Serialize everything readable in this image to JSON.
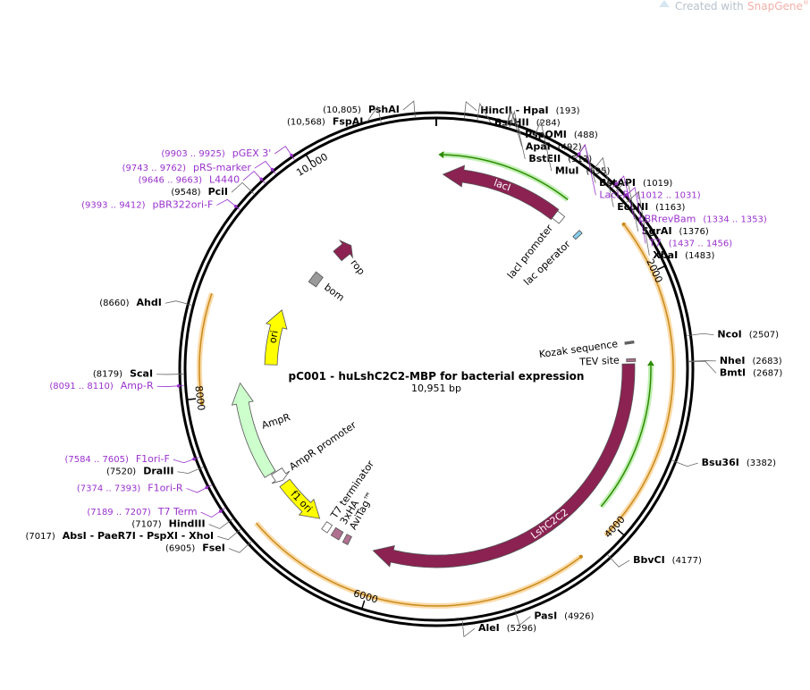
{
  "watermark": {
    "text": "Created with",
    "brand": "SnapGene",
    "mark": "®"
  },
  "plasmid": {
    "name": "pC001 - huLshC2C2-MBP for bacterial expression",
    "size": "10,951 bp",
    "length": 10951
  },
  "colors": {
    "site": "#000000",
    "primer": "#9a32cd",
    "maroon": "#8b2252",
    "ori": "#ffff00",
    "ampr": "#ccffcc",
    "orange_glow": "#f5b041",
    "green_glow": "#3cb000",
    "gray": "#9a9a9a"
  },
  "ticks": [
    {
      "label": "2000",
      "bp": 2000
    },
    {
      "label": "4000",
      "bp": 4000
    },
    {
      "label": "6000",
      "bp": 6000
    },
    {
      "label": "8000",
      "bp": 8000
    },
    {
      "label": "10,000",
      "bp": 10000
    }
  ],
  "sites": [
    {
      "name": "PshAI",
      "pos": "(10,805)",
      "bp": 10805,
      "kind": "enzyme"
    },
    {
      "name": "FspAI",
      "pos": "(10,568)",
      "bp": 10568,
      "kind": "enzyme"
    },
    {
      "name": "HincII - HpaI",
      "pos": "(193)",
      "bp": 193,
      "kind": "enzyme"
    },
    {
      "name": "BssHII",
      "pos": "(284)",
      "bp": 284,
      "kind": "enzyme"
    },
    {
      "name": "PspOMI",
      "pos": "(488)",
      "bp": 488,
      "kind": "enzyme"
    },
    {
      "name": "ApaI",
      "pos": "(492)",
      "bp": 492,
      "kind": "enzyme"
    },
    {
      "name": "BstEII",
      "pos": "(513)",
      "bp": 513,
      "kind": "enzyme"
    },
    {
      "name": "MluI",
      "pos": "(695)",
      "bp": 695,
      "kind": "enzyme"
    },
    {
      "name": "LacI-R",
      "pos": "(1012 .. 1031)",
      "bp": 1021,
      "kind": "primer"
    },
    {
      "name": "BstAPI",
      "pos": "(1019)",
      "bp": 1019,
      "kind": "enzyme"
    },
    {
      "name": "EcoNI",
      "pos": "(1163)",
      "bp": 1163,
      "kind": "enzyme"
    },
    {
      "name": "pBRrevBam",
      "pos": "(1334 .. 1353)",
      "bp": 1343,
      "kind": "primer"
    },
    {
      "name": "SgrAI",
      "pos": "(1376)",
      "bp": 1376,
      "kind": "enzyme"
    },
    {
      "name": "T7",
      "pos": "(1437 .. 1456)",
      "bp": 1446,
      "kind": "primer"
    },
    {
      "name": "XbaI",
      "pos": "(1483)",
      "bp": 1483,
      "kind": "enzyme"
    },
    {
      "name": "NcoI",
      "pos": "(2507)",
      "bp": 2507,
      "kind": "enzyme"
    },
    {
      "name": "NheI",
      "pos": "(2683)",
      "bp": 2683,
      "kind": "enzyme"
    },
    {
      "name": "BmtI",
      "pos": "(2687)",
      "bp": 2687,
      "kind": "enzyme"
    },
    {
      "name": "Bsu36I",
      "pos": "(3382)",
      "bp": 3382,
      "kind": "enzyme"
    },
    {
      "name": "BbvCI",
      "pos": "(4177)",
      "bp": 4177,
      "kind": "enzyme"
    },
    {
      "name": "PasI",
      "pos": "(4926)",
      "bp": 4926,
      "kind": "enzyme"
    },
    {
      "name": "AleI",
      "pos": "(5296)",
      "bp": 5296,
      "kind": "enzyme"
    },
    {
      "name": "FseI",
      "pos": "(6905)",
      "bp": 6905,
      "kind": "enzyme"
    },
    {
      "name": "AbsI - PaeR7I - PspXI - XhoI",
      "pos": "(7017)",
      "bp": 7017,
      "kind": "enzyme"
    },
    {
      "name": "HindIII",
      "pos": "(7107)",
      "bp": 7107,
      "kind": "enzyme"
    },
    {
      "name": "T7 Term",
      "pos": "(7189 .. 7207)",
      "bp": 7198,
      "kind": "primer"
    },
    {
      "name": "F1ori-R",
      "pos": "(7374 .. 7393)",
      "bp": 7383,
      "kind": "primer"
    },
    {
      "name": "DraIII",
      "pos": "(7520)",
      "bp": 7520,
      "kind": "enzyme"
    },
    {
      "name": "F1ori-F",
      "pos": "(7584 .. 7605)",
      "bp": 7594,
      "kind": "primer"
    },
    {
      "name": "Amp-R",
      "pos": "(8091 .. 8110)",
      "bp": 8100,
      "kind": "primer"
    },
    {
      "name": "ScaI",
      "pos": "(8179)",
      "bp": 8179,
      "kind": "enzyme"
    },
    {
      "name": "AhdI",
      "pos": "(8660)",
      "bp": 8660,
      "kind": "enzyme"
    },
    {
      "name": "pBR322ori-F",
      "pos": "(9393 .. 9412)",
      "bp": 9402,
      "kind": "primer"
    },
    {
      "name": "PciI",
      "pos": "(9548)",
      "bp": 9548,
      "kind": "enzyme"
    },
    {
      "name": "L4440",
      "pos": "(9646 .. 9663)",
      "bp": 9654,
      "kind": "primer"
    },
    {
      "name": "pRS-marker",
      "pos": "(9743 .. 9762)",
      "bp": 9752,
      "kind": "primer"
    },
    {
      "name": "pGEX 3'",
      "pos": "(9903 .. 9925)",
      "bp": 9914,
      "kind": "primer"
    }
  ],
  "features": [
    {
      "name": "lacI",
      "start": 60,
      "end": 1140,
      "dir": "ccw",
      "color": "#8b2252",
      "kind": "arrow",
      "label_inside": true
    },
    {
      "name": "lacI promoter",
      "start": 1140,
      "end": 1220,
      "dir": "ccw",
      "color": "#ffffff",
      "kind": "box"
    },
    {
      "name": "lac operator",
      "start": 1395,
      "end": 1430,
      "dir": "cw",
      "color": "#87ceeb",
      "kind": "box"
    },
    {
      "name": "Kozak sequence",
      "start": 2490,
      "end": 2510,
      "dir": "cw",
      "color": "#666666",
      "kind": "box"
    },
    {
      "name": "TEV site",
      "start": 2645,
      "end": 2670,
      "dir": "cw",
      "color": "#b07090",
      "kind": "box"
    },
    {
      "name": "LshC2C2",
      "start": 2690,
      "end": 6060,
      "dir": "cw",
      "color": "#8b2252",
      "kind": "arrow",
      "label_inside": true
    },
    {
      "name": "AviTag™",
      "start": 6290,
      "end": 6340,
      "dir": "cw",
      "color": "#b07090",
      "kind": "box"
    },
    {
      "name": "3xHA",
      "start": 6380,
      "end": 6460,
      "dir": "cw",
      "color": "#b07090",
      "kind": "box"
    },
    {
      "name": "T7 terminator",
      "start": 6500,
      "end": 6560,
      "dir": "cw",
      "color": "#ffffff",
      "kind": "box"
    },
    {
      "name": "f1 ori",
      "start": 6630,
      "end": 7090,
      "dir": "ccw",
      "color": "#ffff00",
      "kind": "arrow",
      "label_inside": true
    },
    {
      "name": "AmpR promoter",
      "start": 7120,
      "end": 7220,
      "dir": "ccw",
      "color": "#ffffff",
      "kind": "arrow"
    },
    {
      "name": "AmpR",
      "start": 7230,
      "end": 8090,
      "dir": "cw",
      "color": "#ccffcc",
      "kind": "arrow"
    },
    {
      "name": "ori",
      "start": 8260,
      "end": 8850,
      "dir": "cw",
      "color": "#ffff00",
      "kind": "arrow",
      "label_inside": true
    },
    {
      "name": "bom",
      "start": 9260,
      "end": 9400,
      "dir": "none",
      "color": "#9a9a9a",
      "kind": "box"
    },
    {
      "name": "rop",
      "start": 9700,
      "end": 9900,
      "dir": "cw",
      "color": "#8b2252",
      "kind": "arrow"
    }
  ],
  "outer_arcs": [
    {
      "start": 1590,
      "end": 4090,
      "color": "orange"
    },
    {
      "start": 4330,
      "end": 6980,
      "color": "orange"
    },
    {
      "start": 7960,
      "end": 8780,
      "color": "orange"
    }
  ],
  "green_arcs": [
    {
      "start": 60,
      "end": 1150,
      "dir": "ccw"
    },
    {
      "start": 2710,
      "end": 3950,
      "dir": "ccw"
    }
  ]
}
